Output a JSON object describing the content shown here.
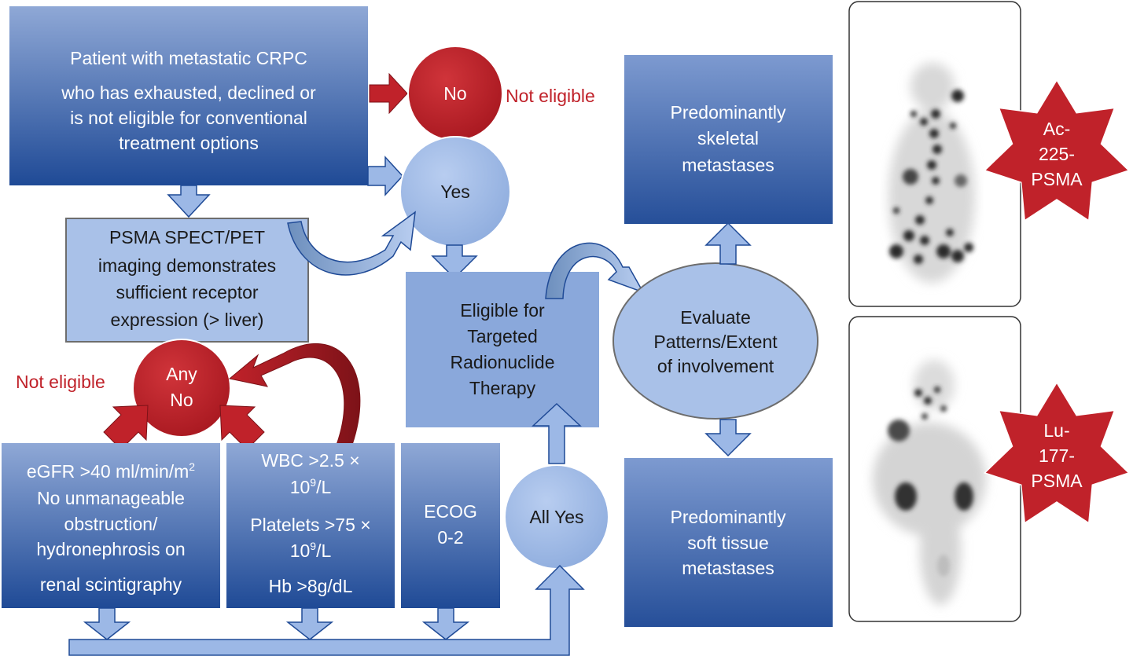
{
  "patient_box": {
    "lines": [
      "Patient with metastatic CRPC",
      "who has exhausted, declined or",
      "is not eligible for conventional",
      "treatment options"
    ]
  },
  "no_circle": {
    "label": "No"
  },
  "yes_circle": {
    "label": "Yes"
  },
  "not_eligible_label_top": "Not eligible",
  "not_eligible_label_left": "Not eligible",
  "psma_box": {
    "lines": [
      "PSMA SPECT/PET",
      "imaging demonstrates",
      "sufficient receptor",
      "expression (> liver)"
    ]
  },
  "any_no_circle": {
    "lines": [
      "Any",
      "No"
    ]
  },
  "eligible_box": {
    "lines": [
      "Eligible for",
      "Targeted",
      "Radionuclide",
      "Therapy"
    ]
  },
  "evaluate_ellipse": {
    "lines": [
      "Evaluate",
      "Patterns/Extent",
      "of involvement"
    ]
  },
  "skeletal_box": {
    "lines": [
      "Predominantly",
      "skeletal",
      "metastases"
    ]
  },
  "soft_tissue_box": {
    "lines": [
      "Predominantly",
      "soft tissue",
      "metastases"
    ]
  },
  "egfr_box": {
    "line1_main": "eGFR >40 ml/min/m",
    "line1_sup": "2",
    "lines": [
      "No unmanageable",
      "obstruction/",
      "hydronephrosis on",
      "renal scintigraphy"
    ]
  },
  "blood_box": {
    "wbc_a": "WBC >2.5 ×",
    "wbc_b": "10",
    "wbc_sup": "9",
    "wbc_c": "/L",
    "plt_a": "Platelets >75 ×",
    "plt_b": "10",
    "plt_sup": "9",
    "plt_c": "/L",
    "hb": "Hb >8g/dL"
  },
  "ecog_box": {
    "lines": [
      "ECOG",
      "0-2"
    ]
  },
  "all_yes_circle": {
    "label": "All Yes"
  },
  "ac_star": {
    "lines": [
      "Ac-",
      "225-",
      "PSMA"
    ]
  },
  "lu_star": {
    "lines": [
      "Lu-",
      "177-",
      "PSMA"
    ]
  },
  "colors": {
    "dark_box_top": "#8fa8d6",
    "dark_box_bottom": "#1f4a96",
    "light_box": "#a9c1e8",
    "mid_box": "#8aa8db",
    "red_accent": "#c0222a",
    "arrow_fill": "#9cb8e6"
  }
}
